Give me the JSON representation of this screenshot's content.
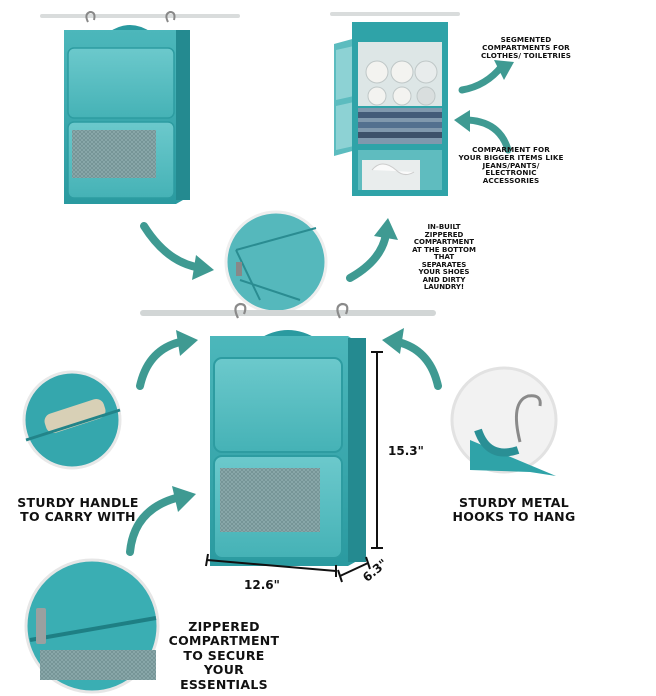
{
  "labels": {
    "segmented": [
      "SEGMENTED",
      "COMPARTMENTS FOR",
      "CLOTHES/ TOILETRIES"
    ],
    "compartment_bigger": [
      "COMPARMENT FOR",
      "YOUR BIGGER ITEMS LIKE",
      "JEANS/PANTS/",
      "ELECTRONIC",
      "ACCESSORIES"
    ],
    "inbuilt_zipper": [
      "IN-BUILT",
      "ZIPPERED",
      "COMPARTMENT",
      "AT THE BOTTOM",
      "THAT",
      "SEPARATES",
      "YOUR SHOES",
      "AND DIRTY",
      "LAUNDRY!"
    ],
    "sturdy_handle": [
      "STURDY HANDLE",
      "TO CARRY WITH"
    ],
    "sturdy_hooks": [
      "STURDY METAL",
      "HOOKS TO HANG"
    ],
    "zippered_essentials": [
      "ZIPPERED",
      "COMPARTMENT",
      "TO SECURE",
      "YOUR",
      "ESSENTIALS"
    ]
  },
  "dimensions": {
    "height": "15.3\"",
    "width": "12.6\"",
    "depth": "6.3\""
  },
  "colors": {
    "teal": "#2fa3a8",
    "teal_dark": "#1f7f84",
    "teal_light": "#5fc0c4",
    "arrow": "#3f9a92"
  }
}
